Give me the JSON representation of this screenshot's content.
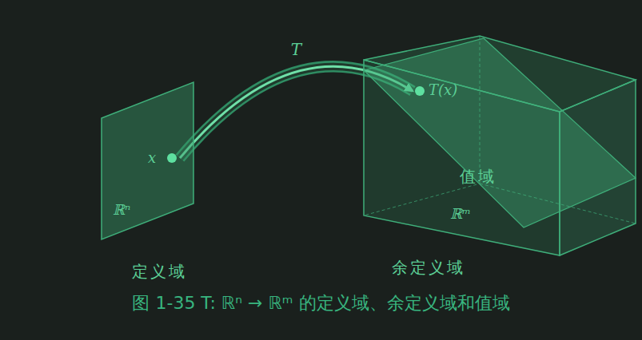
{
  "diagram": {
    "caption": "图 1-35 T: ℝⁿ → ℝᵐ 的定义域、余定义域和值域",
    "nodes": [
      {
        "text": [
          "ℝⁿ",
          "定义域"
        ]
      },
      {
        "text": [
          "x"
        ],
        "in": 0
      },
      {
        "text": [
          "ℝᵐ",
          "余定义域"
        ]
      },
      {
        "text": [
          "值域"
        ],
        "in": 2
      },
      {
        "text": [
          "T(x)"
        ],
        "in": 3
      }
    ],
    "edges": [
      {
        "from": 1,
        "to": 4,
        "arrow": "to",
        "label": "T"
      }
    ]
  }
}
